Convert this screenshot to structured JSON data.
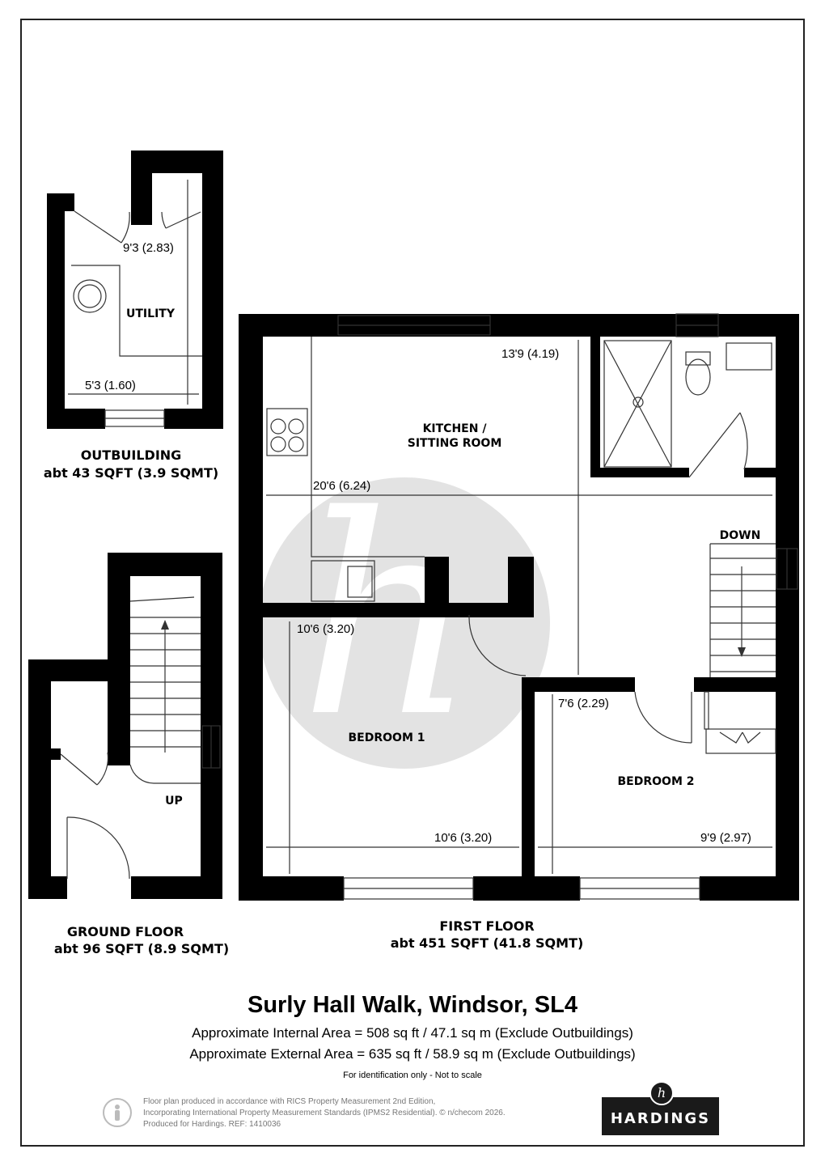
{
  "outbuilding": {
    "room_label": "UTILITY",
    "dim_length": "9'3 (2.83)",
    "dim_width": "5'3 (1.60)",
    "title": "OUTBUILDING",
    "area": "abt 43 SQFT (3.9 SQMT)"
  },
  "ground_floor": {
    "stair_label": "UP",
    "title": "GROUND FLOOR",
    "area": "abt 96 SQFT (8.9 SQMT)"
  },
  "first_floor": {
    "kitchen_label_line1": "KITCHEN /",
    "kitchen_label_line2": "SITTING ROOM",
    "kitchen_dim_depth": "13'9 (4.19)",
    "kitchen_dim_width": "20'6 (6.24)",
    "stair_label": "DOWN",
    "bedroom1_label": "BEDROOM 1",
    "bedroom1_dim_depth": "10'6 (3.20)",
    "bedroom1_dim_width": "10'6 (3.20)",
    "bedroom2_label": "BEDROOM 2",
    "bedroom2_dim_depth": "7'6 (2.29)",
    "bedroom2_dim_width": "9'9 (2.97)",
    "title": "FIRST FLOOR",
    "area": "abt 451 SQFT (41.8 SQMT)"
  },
  "summary": {
    "address": "Surly Hall Walk, Windsor, SL4",
    "internal_area": "Approximate Internal Area = 508 sq ft / 47.1 sq m (Exclude Outbuildings)",
    "external_area": "Approximate External Area = 635 sq ft / 58.9 sq m (Exclude Outbuildings)",
    "disclaimer": "For identification only - Not to scale"
  },
  "footer": {
    "line1": "Floor plan produced in accordance with RICS Property Measurement 2nd Edition,",
    "line2": "Incorporating International Property Measurement Standards (IPMS2 Residential).  © n/checom 2026.",
    "line3": "Produced for Hardings.   REF:   1410036"
  },
  "brand": {
    "name": "HARDINGS",
    "mark": "h",
    "watermark": "h"
  },
  "colors": {
    "wall": "#000000",
    "watermark": "#e3e3e3",
    "line": "#333333"
  }
}
